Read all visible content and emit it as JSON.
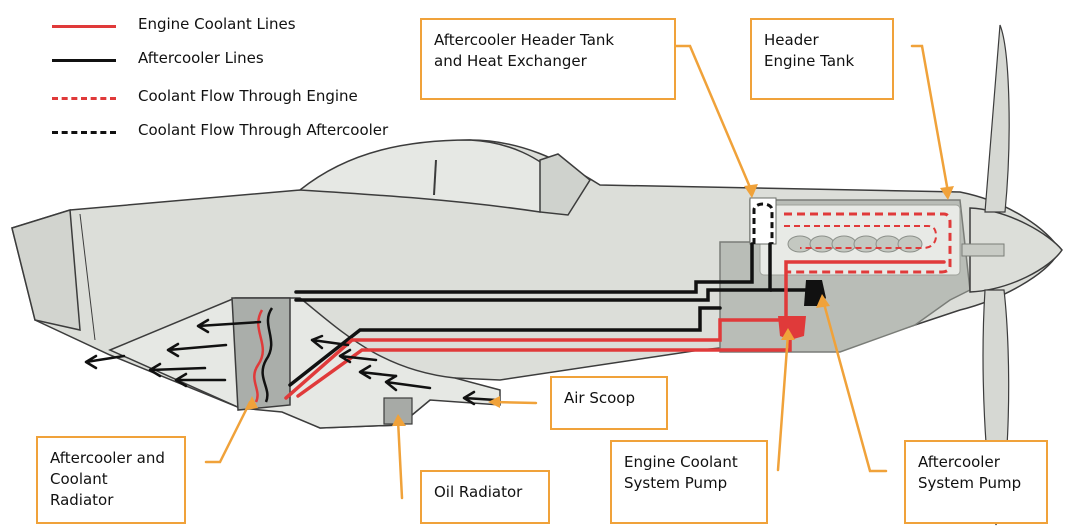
{
  "legend": {
    "items": [
      {
        "label": "Engine Coolant Lines",
        "color": "#e03a3a",
        "style": "solid"
      },
      {
        "label": "Aftercooler Lines",
        "color": "#111111",
        "style": "solid"
      },
      {
        "label": "Coolant Flow Through Engine",
        "color": "#e03a3a",
        "style": "dashed"
      },
      {
        "label": "Coolant Flow Through Aftercooler",
        "color": "#111111",
        "style": "dashed"
      }
    ]
  },
  "callouts": {
    "aftercooler_header_tank": "Aftercooler Header Tank\nand Heat Exchanger",
    "header_engine_tank": "Header\nEngine Tank",
    "air_scoop": "Air Scoop",
    "aftercooler_radiator": "Aftercooler and\nCoolant\nRadiator",
    "oil_radiator": "Oil Radiator",
    "engine_coolant_pump": "Engine Coolant\nSystem Pump",
    "aftercooler_pump": "Aftercooler\nSystem Pump"
  },
  "colors": {
    "callout_border": "#f0a23a",
    "fuselage": "#dcded9",
    "engine_bay": "#b9bdb7",
    "engine_coolant": "#e03a3a",
    "aftercooler": "#111111"
  }
}
